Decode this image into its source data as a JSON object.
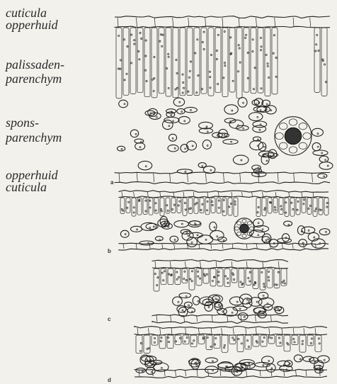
{
  "labels": {
    "cuticula_top": "cuticula",
    "opperhuid_top": "opperhuid",
    "palissaden_1": "palissaden-",
    "palissaden_2": "parenchym",
    "spons_1": "spons-",
    "spons_2": "parenchym",
    "opperhuid_bottom": "opperhuid",
    "cuticula_bottom": "cuticula"
  },
  "panels": {
    "a": "a",
    "b": "b",
    "c": "c",
    "d": "d"
  }
}
